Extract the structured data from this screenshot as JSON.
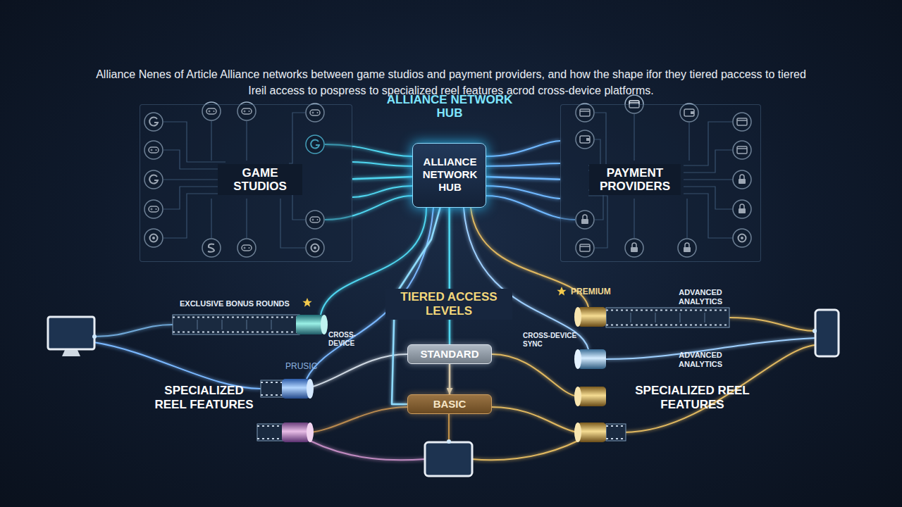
{
  "diagram": {
    "title": "Alliance Nenes of Article Alliance networks between game studios and payment providers, and how the shape ifor they tiered paccess to tiered Ireil access to pospress to specialized reel features acrod cross-device platforms.",
    "nodes": [
      {
        "text": [
          "GAME STUDIOS"
        ]
      },
      {
        "text": [
          "ALLIANCE NETWORK HUB",
          "ALLIANCE NETWORK HUB"
        ]
      },
      {
        "text": [
          "PAYMENT PROVIDERS"
        ]
      },
      {
        "text": [
          "STANDARD"
        ]
      },
      {
        "text": [
          "BASIC"
        ]
      }
    ],
    "edges": [
      {
        "from": 0,
        "to": 1,
        "arrow": "none"
      },
      {
        "from": 1,
        "to": 2,
        "arrow": "none"
      },
      {
        "from": 1,
        "to": 3,
        "arrow": "none"
      },
      {
        "from": 1,
        "to": 4,
        "arrow": "none"
      },
      {
        "from": 3,
        "to": 4,
        "arrow": "to"
      }
    ],
    "labels": [
      "TIERED ACCESS LEVELS",
      "EXCLUSIVE BONUS ROUNDS",
      "CROSS- DEVICE",
      "PRUSIC",
      "SPECIALIZED REEL FEATURES",
      "PREMIUM",
      "ADVANCED ANALYTICS",
      "CROSS-DEVICE SYNC",
      "ADVANCED ANALYTICS",
      "SPECIALIZED REEL FEATURES"
    ]
  }
}
